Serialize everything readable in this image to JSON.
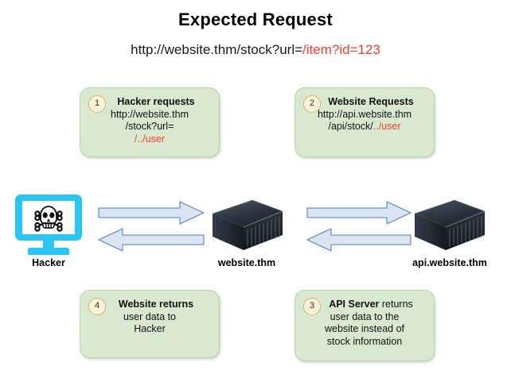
{
  "header": {
    "title": "Expected Request",
    "url_prefix": "http://website.thm/stock?url=",
    "url_suffix": "/item?id=123"
  },
  "colors": {
    "accent_red": "#ff3b30",
    "box_fill": "#d9e9d0",
    "box_border": "#b9d6a8",
    "badge_fill": "#fdf3d4",
    "badge_border": "#ccb77a",
    "arrow_fill": "#dbe5f1",
    "arrow_border": "#6f94c8",
    "hacker_cyan": "#29c5f6"
  },
  "nodes": [
    {
      "id": "hacker",
      "label": "Hacker",
      "icon": "skull-monitor-icon"
    },
    {
      "id": "website",
      "label": "website.thm",
      "icon": "server-icon"
    },
    {
      "id": "api",
      "label": "api.website.thm",
      "icon": "server-icon"
    }
  ],
  "steps": [
    {
      "number": "1",
      "head": "Hacker requests",
      "line1": "http://website.thm",
      "line2": "/stock?url=",
      "line3_red": "/../user"
    },
    {
      "number": "2",
      "head": "Website Requests",
      "line1": "http://api.website.thm",
      "line2": "/api/stock/",
      "line2_red": "../user"
    },
    {
      "number": "3",
      "head": "API Server",
      "rest": " returns",
      "line1": "user data to the",
      "line2": "website instead of",
      "line3": "stock information"
    },
    {
      "number": "4",
      "head": "Website returns",
      "line1": "user data to",
      "line2": "Hacker"
    }
  ],
  "arrows": [
    {
      "id": "hacker-to-website",
      "direction": "right"
    },
    {
      "id": "website-to-hacker",
      "direction": "left"
    },
    {
      "id": "website-to-api",
      "direction": "right"
    },
    {
      "id": "api-to-website",
      "direction": "left"
    }
  ]
}
